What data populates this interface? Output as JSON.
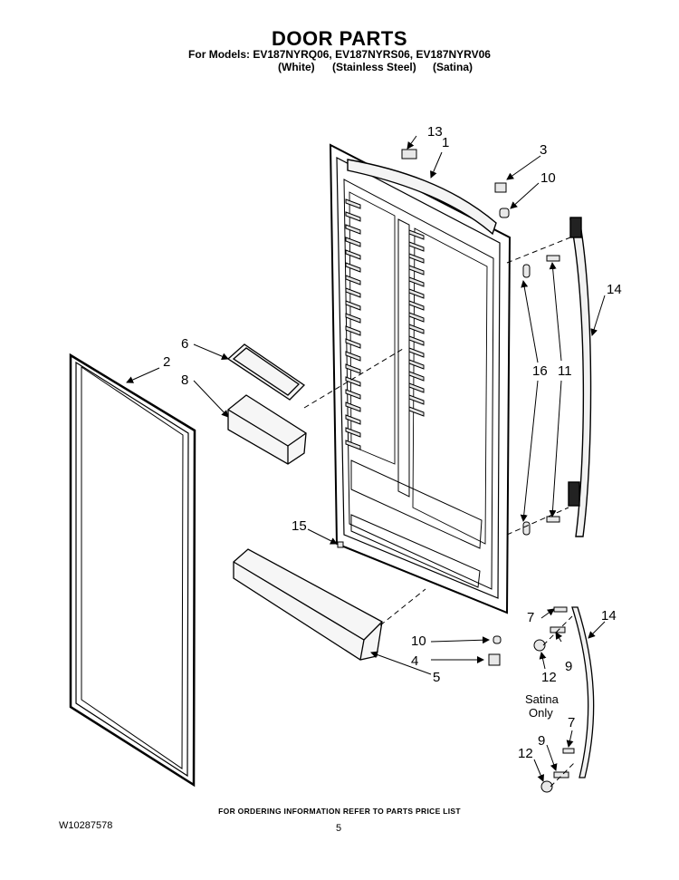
{
  "header": {
    "title": "DOOR PARTS",
    "models_line": "For Models: EV187NYRQ06, EV187NYRS06, EV187NYRV06",
    "variants": [
      "(White)",
      "(Stainless Steel)",
      "(Satina)"
    ]
  },
  "callouts": {
    "c1": "1",
    "c2": "2",
    "c3": "3",
    "c4": "4",
    "c5": "5",
    "c6": "6",
    "c7a": "7",
    "c7b": "7",
    "c8": "8",
    "c9a": "9",
    "c9b": "9",
    "c10a": "10",
    "c10b": "10",
    "c11": "11",
    "c12a": "12",
    "c12b": "12",
    "c13": "13",
    "c14a": "14",
    "c14b": "14",
    "c15": "15",
    "c16": "16"
  },
  "note": {
    "line1": "Satina",
    "line2": "Only"
  },
  "footer": {
    "ordering_info": "FOR ORDERING INFORMATION REFER TO PARTS PRICE LIST",
    "part_number": "W10287578",
    "page": "5"
  }
}
